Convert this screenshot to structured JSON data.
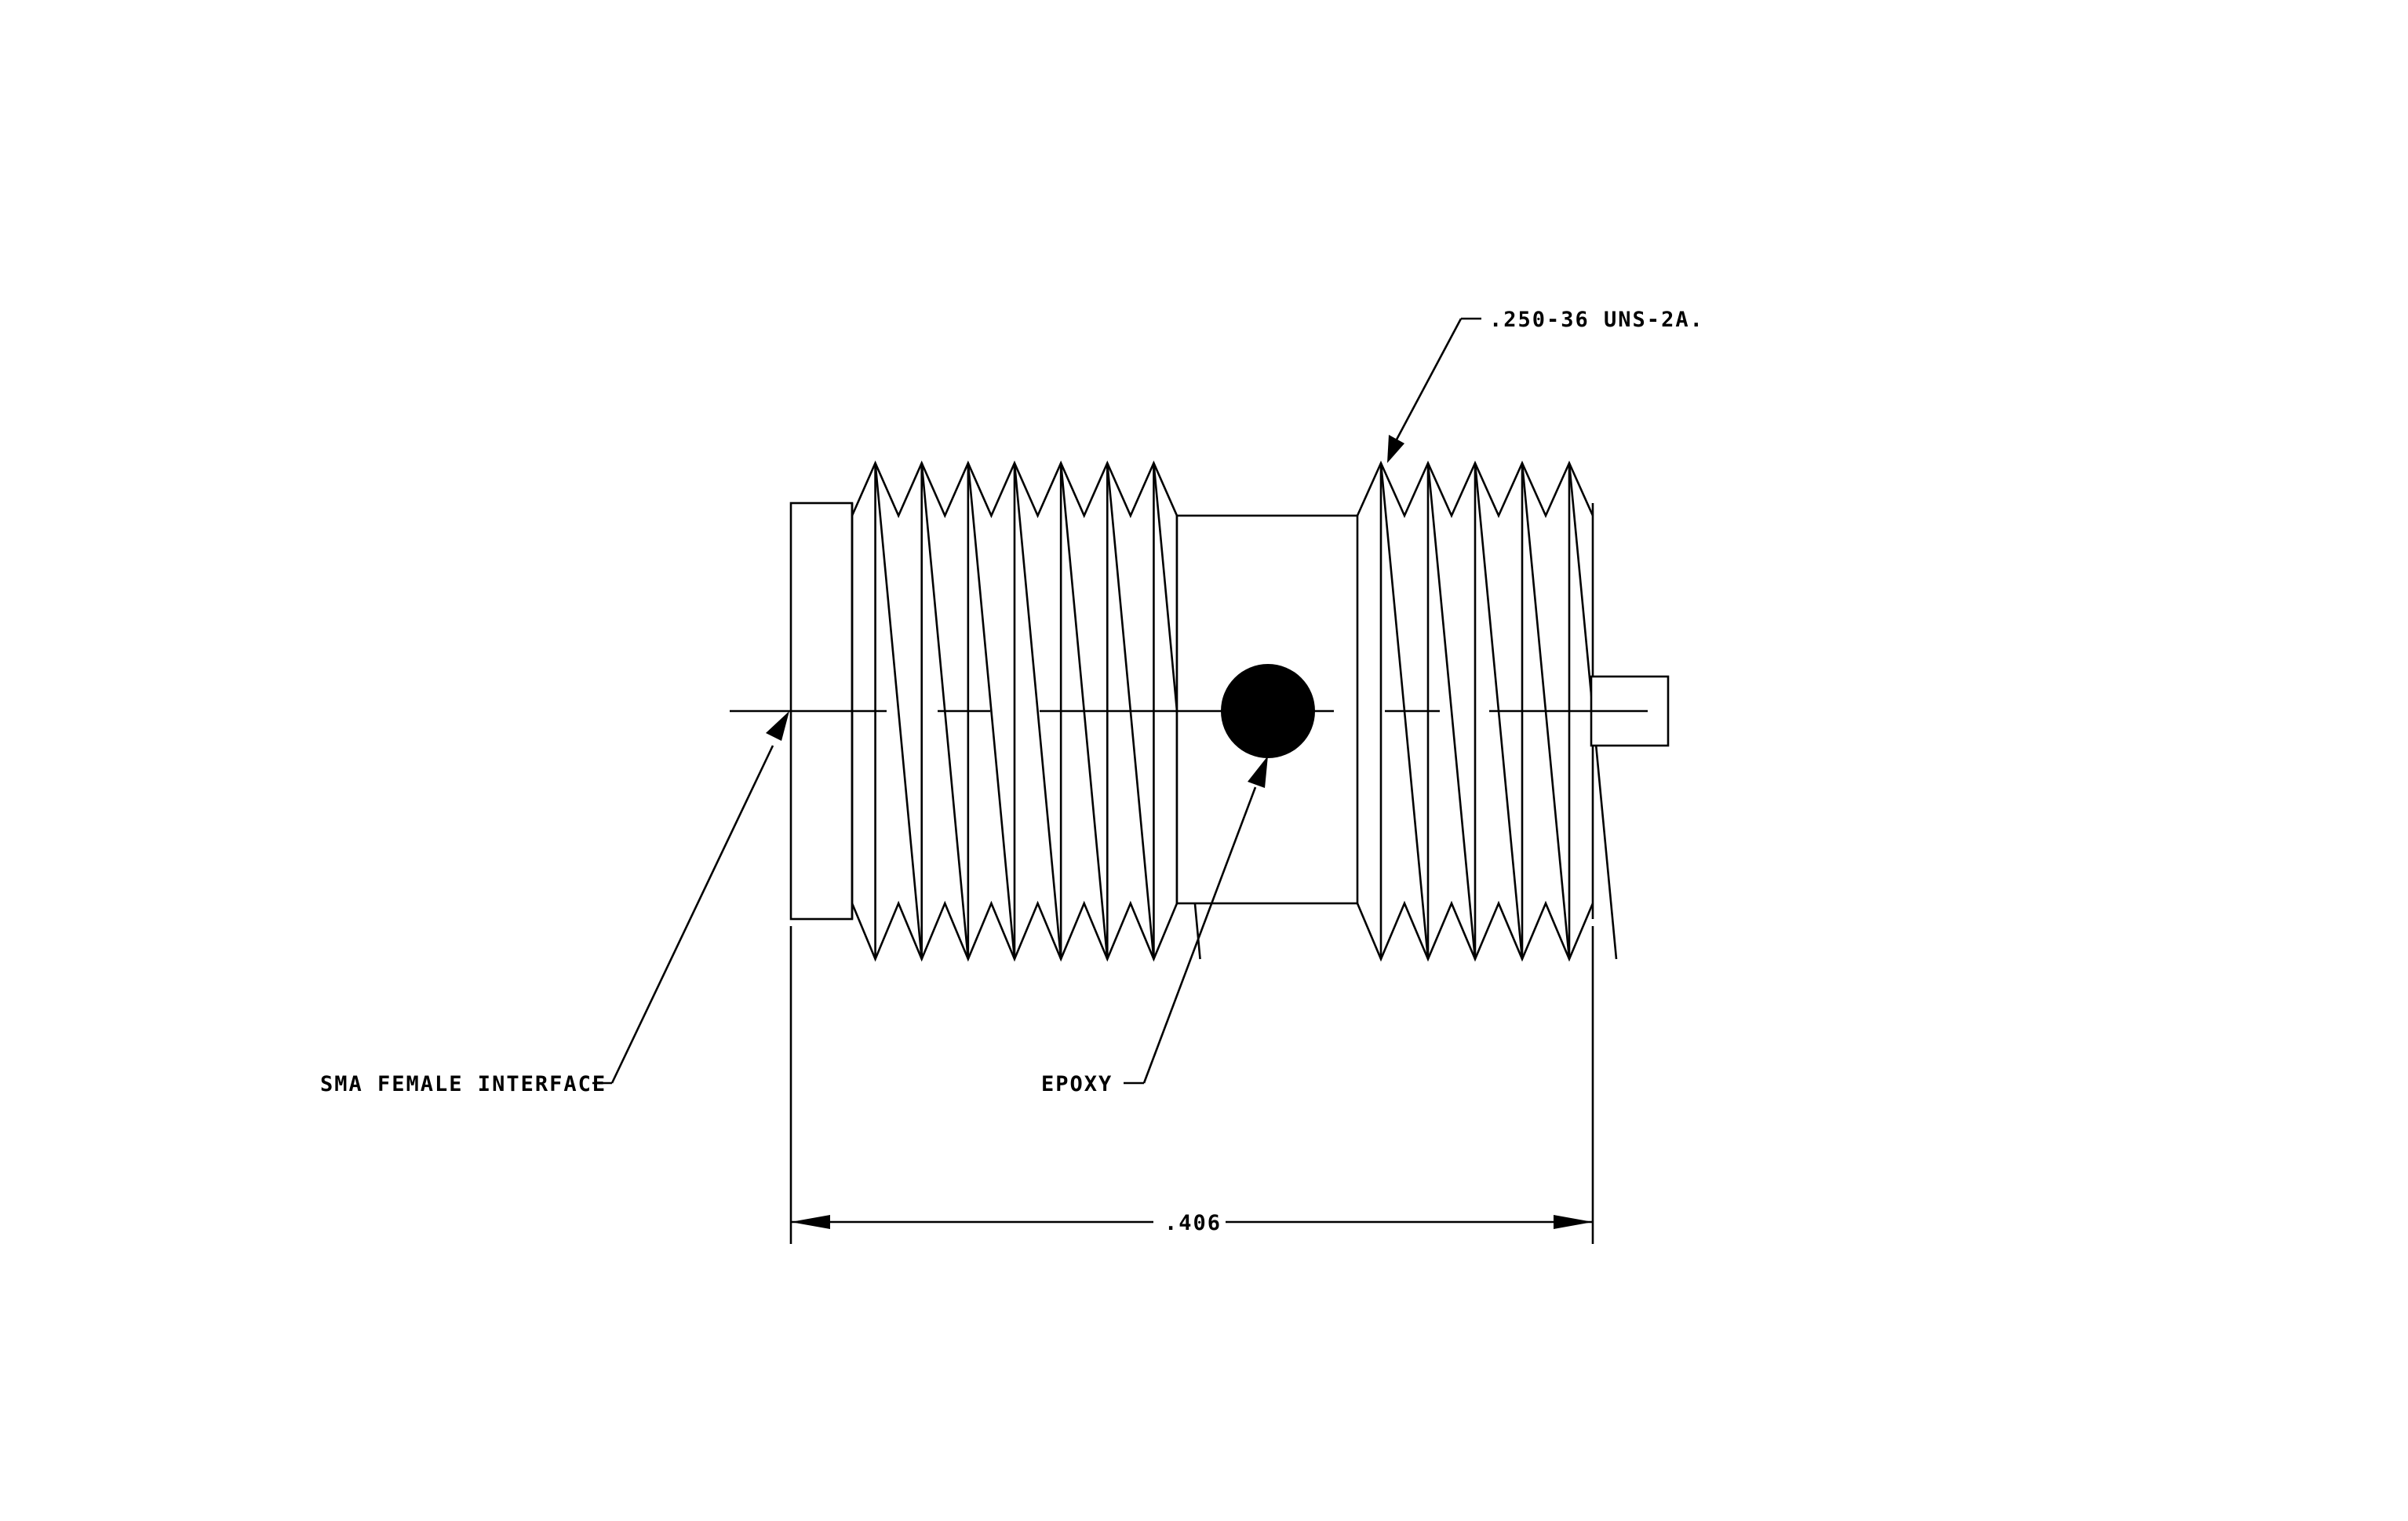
{
  "callouts": {
    "thread_spec": ".250-36 UNS-2A.",
    "sma_interface": "SMA FEMALE INTERFACE",
    "epoxy": "EPOXY"
  },
  "dimensions": {
    "overall_length": ".406"
  },
  "colors": {
    "line": "#000000",
    "background": "#ffffff"
  }
}
